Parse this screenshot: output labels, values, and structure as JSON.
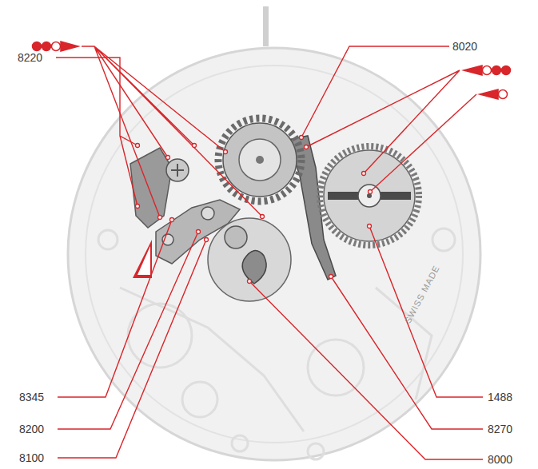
{
  "diagram": {
    "labels": [
      "8220",
      "8020",
      "8345",
      "8200",
      "8100",
      "1488",
      "8270",
      "8000",
      "SWISS MADE"
    ]
  }
}
